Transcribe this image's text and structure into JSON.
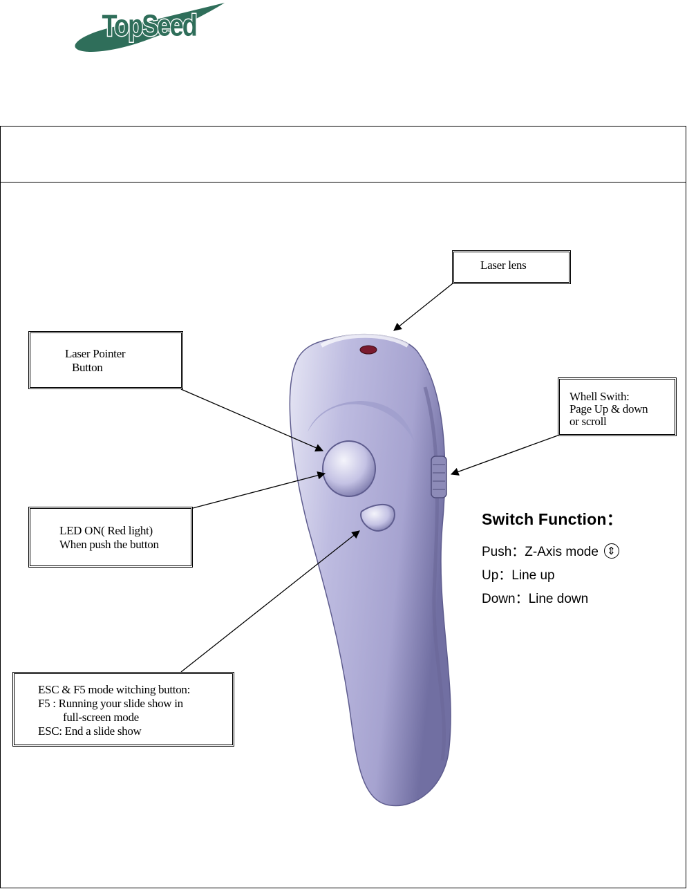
{
  "logo": {
    "text": "TopSeed"
  },
  "callouts": {
    "laser_lens": [
      "Laser lens"
    ],
    "laser_pointer": [
      "Laser Pointer",
      "Button"
    ],
    "wheel_switch": [
      "Whell Swith:",
      "Page Up & down",
      "or scroll"
    ],
    "led": [
      "LED ON( Red light)",
      "When push the button"
    ],
    "esc_f5": [
      "ESC & F5 mode witching button:",
      "F5 : Running your slide show in",
      "full-screen mode",
      "ESC: End a slide show"
    ]
  },
  "switch_function": {
    "title": "Switch Function：",
    "lines": [
      "Push：Z-Axis mode",
      "Up：Line up",
      "Down：Line down"
    ],
    "icon": "z-axis-scroll-icon"
  },
  "colors": {
    "logo_green": "#2f6e5a",
    "device_body": "#b8b6dc",
    "device_shadow": "#6e6c9e",
    "device_highlight": "#e8e8f6"
  }
}
